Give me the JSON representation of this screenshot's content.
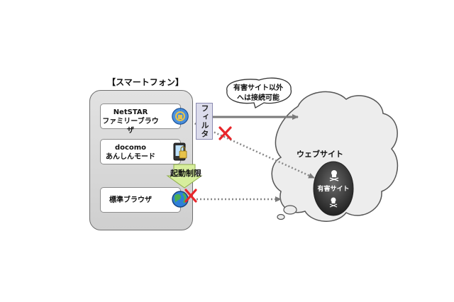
{
  "phone": {
    "title": "【スマートフォン】"
  },
  "apps": [
    {
      "line1": "NetSTAR",
      "line2": "ファミリーブラウザ",
      "icon": "globe-lock-icon"
    },
    {
      "line1": "docomo",
      "line2": "あんしんモード",
      "icon": "phone-lock-icon"
    },
    {
      "line1": "標準ブラウザ",
      "line2": "",
      "icon": "globe-icon"
    }
  ],
  "filter": {
    "label": "フィルタ"
  },
  "launch_block": {
    "label": "起動制限"
  },
  "bubble": {
    "line1": "有害サイト以外",
    "line2": "へは接続可能"
  },
  "web": {
    "label": "ウェブサイト"
  },
  "harmful": {
    "label": "有害サイト"
  },
  "colors": {
    "cloud": "#ededed",
    "harmful": "#3a3a3a",
    "block_x": "#e8262b",
    "arrow": "#7a7a7a",
    "launch_arrow": "#d7ee9d"
  }
}
